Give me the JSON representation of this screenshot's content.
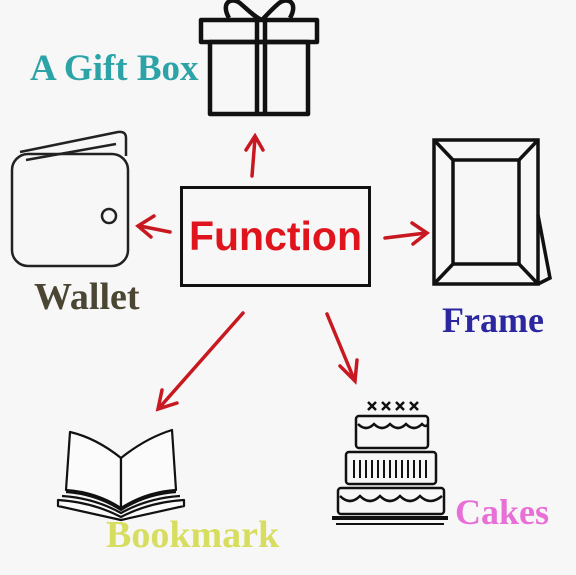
{
  "center": {
    "label": "Function"
  },
  "nodes": {
    "gift": {
      "label": "A Gift Box",
      "icon": "gift-box-icon"
    },
    "wallet": {
      "label": "Wallet",
      "icon": "wallet-icon"
    },
    "frame": {
      "label": "Frame",
      "icon": "picture-frame-icon"
    },
    "bookmark": {
      "label": "Bookmark",
      "icon": "open-book-icon"
    },
    "cakes": {
      "label": "Cakes",
      "icon": "tiered-cake-icon"
    }
  },
  "colors": {
    "center_text": "#e0141c",
    "arrow": "#c81820",
    "gift": "#2ba3a7",
    "wallet": "#4a4633",
    "frame": "#2a27a0",
    "bookmark": "#d7dd5e",
    "cakes": "#e86fd6"
  }
}
